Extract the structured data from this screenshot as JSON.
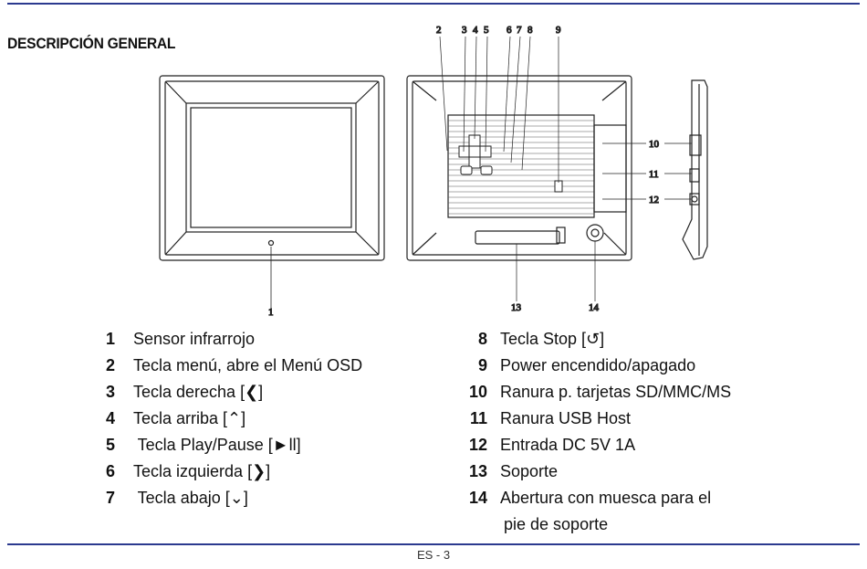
{
  "header": {
    "title": "DESCRIPCIÓN GENERAL"
  },
  "figure": {
    "callouts": {
      "c1": "1",
      "c2": "2",
      "c3": "3",
      "c4": "4",
      "c5": "5",
      "c6": "6",
      "c7": "7",
      "c8": "8",
      "c9": "9",
      "c10": "10",
      "c11": "11",
      "c12": "12",
      "c13": "13",
      "c14": "14"
    }
  },
  "left_list": [
    {
      "num": "1",
      "label": "Sensor infrarrojo"
    },
    {
      "num": "2",
      "label": "Tecla menú, abre el Menú OSD"
    },
    {
      "num": "3",
      "label": "Tecla derecha [❮]"
    },
    {
      "num": "4",
      "label": "Tecla arriba [⌃]"
    },
    {
      "num": "5",
      "label": " Tecla Play/Pause [►ll]"
    },
    {
      "num": "6",
      "label": "Tecla izquierda [❯]"
    },
    {
      "num": "7",
      "label": " Tecla abajo [⌄]"
    }
  ],
  "right_list": [
    {
      "num": "8",
      "label": "Tecla Stop [↺]"
    },
    {
      "num": "9",
      "label": "Power encendido/apagado"
    },
    {
      "num": "10",
      "label": "Ranura p. tarjetas SD/MMC/MS"
    },
    {
      "num": "11",
      "label": "Ranura USB Host"
    },
    {
      "num": "12",
      "label": "Entrada DC 5V 1A"
    },
    {
      "num": "13",
      "label": "Soporte"
    },
    {
      "num": "14",
      "label": "Abertura con muesca para el",
      "continuation": "pie de soporte"
    }
  ],
  "footer": {
    "page": "ES - 3"
  }
}
